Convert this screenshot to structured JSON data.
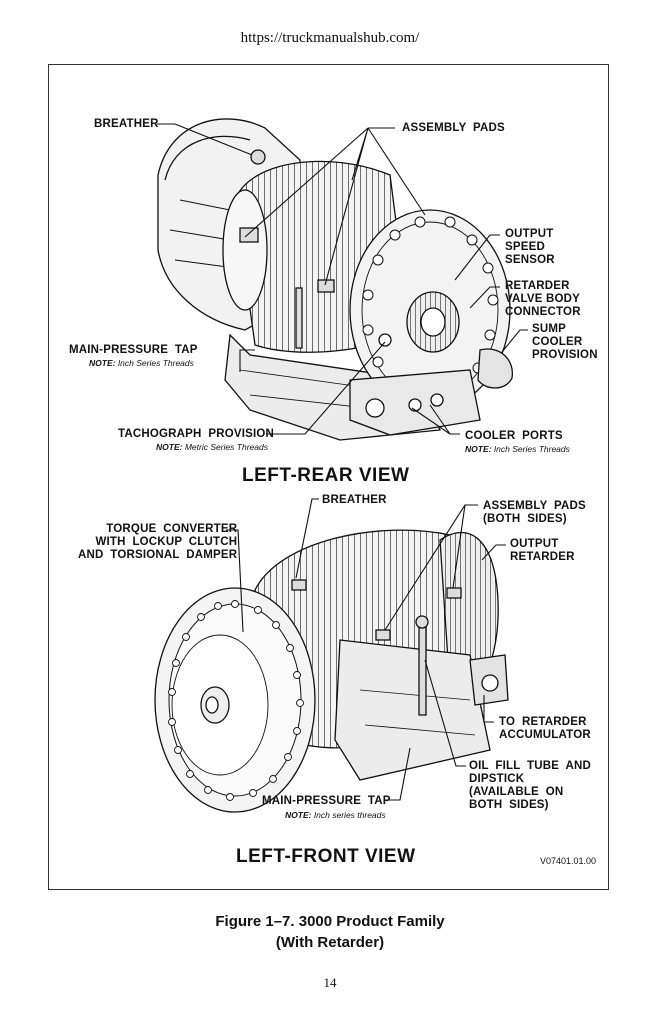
{
  "header": {
    "url": "https://truckmanualshub.com/"
  },
  "rear_view": {
    "title": "LEFT-REAR  VIEW",
    "labels": {
      "breather": "BREATHER",
      "assembly_pads": "ASSEMBLY  PADS",
      "output_speed_sensor": "OUTPUT\nSPEED\nSENSOR",
      "retarder_valve_body_connector": "RETARDER\nVALVE BODY\nCONNECTOR",
      "sump_cooler_provision": "SUMP\nCOOLER\nPROVISION",
      "main_pressure_tap": "MAIN-PRESSURE  TAP",
      "tachograph_provision": "TACHOGRAPH  PROVISION",
      "cooler_ports": "COOLER  PORTS"
    },
    "notes": {
      "main_pressure_tap": {
        "prefix": "NOTE:",
        "text": " Inch Series Threads"
      },
      "tachograph_provision": {
        "prefix": "NOTE:",
        "text": " Metric Series Threads"
      },
      "cooler_ports": {
        "prefix": "NOTE:",
        "text": " Inch Series Threads"
      }
    }
  },
  "front_view": {
    "title": "LEFT-FRONT  VIEW",
    "labels": {
      "breather": "BREATHER",
      "assembly_pads": "ASSEMBLY  PADS\n(BOTH  SIDES)",
      "torque_converter": "TORQUE  CONVERTER\nWITH  LOCKUP  CLUTCH\nAND  TORSIONAL  DAMPER",
      "output_retarder": "OUTPUT\nRETARDER",
      "to_retarder_accumulator": "TO  RETARDER\nACCUMULATOR",
      "oil_fill_tube": "OIL  FILL  TUBE  AND\nDIPSTICK\n(AVAILABLE  ON\nBOTH  SIDES)",
      "main_pressure_tap": "MAIN-PRESSURE  TAP"
    },
    "notes": {
      "main_pressure_tap": {
        "prefix": "NOTE:",
        "text": " Inch series threads"
      }
    },
    "figure_code": "V07401.01.00"
  },
  "caption": {
    "line1": "Figure 1–7. 3000 Product Family",
    "line2": "(With Retarder)"
  },
  "page_number": "14"
}
